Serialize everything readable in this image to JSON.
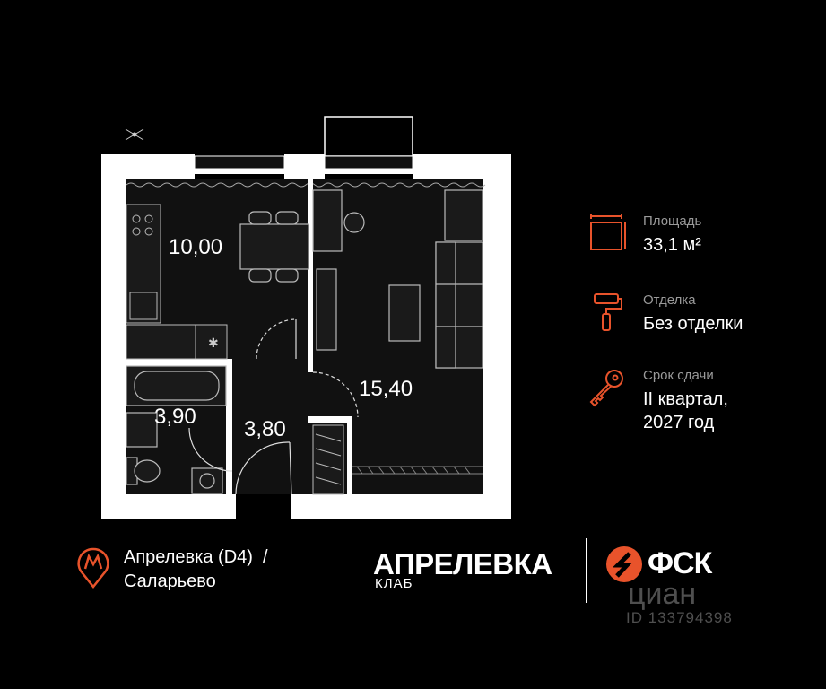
{
  "plan": {
    "rooms": [
      {
        "name": "kitchen",
        "area": "10,00"
      },
      {
        "name": "living",
        "area": "15,40"
      },
      {
        "name": "bathroom",
        "area": "3,90"
      },
      {
        "name": "hall",
        "area": "3,80"
      }
    ]
  },
  "info": {
    "area_label": "Площадь",
    "area_value": "33,1 м²",
    "finish_label": "Отделка",
    "finish_value": "Без отделки",
    "delivery_label": "Срок сдачи",
    "delivery_line1": "II квартал,",
    "delivery_line2": "2027 год"
  },
  "metro": {
    "line1": "Апрелевка (D4)  /",
    "line2": "Саларьево"
  },
  "brand": {
    "title": "АПРЕЛЕВКА",
    "subtitle": "КЛАБ",
    "developer": "ФСК"
  },
  "watermark": {
    "name": "циан",
    "id": "ID 133794398"
  },
  "colors": {
    "accent": "#e8532b",
    "background": "#000000",
    "wall": "#ffffff",
    "label": "#9a9a9a"
  },
  "icons": {
    "area": "area-plan-icon",
    "finish": "paint-roller-icon",
    "delivery": "key-icon",
    "metro": "metro-icon",
    "compass": "compass-icon"
  }
}
